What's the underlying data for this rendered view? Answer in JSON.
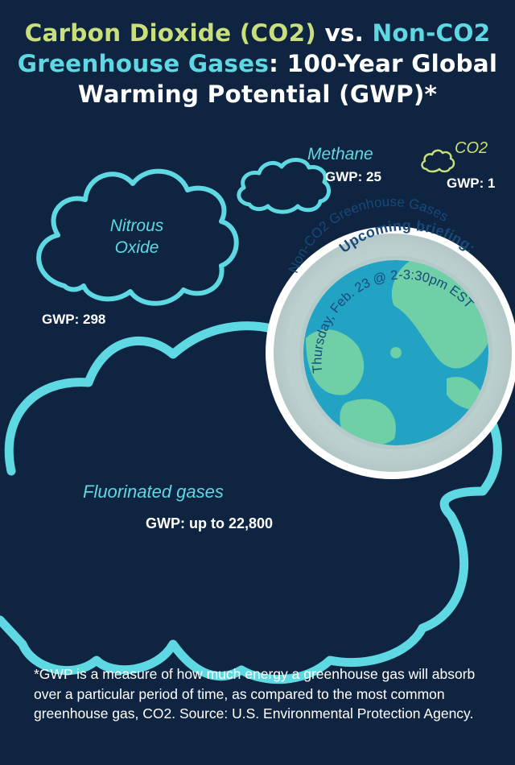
{
  "title": {
    "part1": "Carbon Dioxide (CO2)",
    "part2": " vs. ",
    "part3": "Non-CO2 Greenhouse Gases",
    "part4": ": 100-Year Global Warming Potential (GWP)*"
  },
  "gases": {
    "methane": {
      "name": "Methane",
      "gwp": "GWP: 25"
    },
    "co2": {
      "name": "CO2",
      "gwp": "GWP: 1"
    },
    "nitrous": {
      "name_line1": "Nitrous",
      "name_line2": "Oxide",
      "gwp": "GWP: 298"
    },
    "fluorinated": {
      "name": "Fluorinated gases",
      "gwp": "GWP: up to 22,800"
    }
  },
  "briefing": {
    "heading": "Upcoming briefing:",
    "topic": "Non-CO2 Greenhouse Gases",
    "when": "Thursday, Feb. 23 @ 2-3:30pm EST"
  },
  "footnote": "*GWP is a measure of how much energy a greenhouse gas will absorb over a particular period of time, as compared to the most common greenhouse gas, CO2. Source: U.S. Environmental Protection Agency.",
  "colors": {
    "background": "#0f2440",
    "cloud_outline": "#5ed9e3",
    "co2_outline": "#c8df7c",
    "globe_ocean": "#22a3c4",
    "globe_land": "#6fcfa6",
    "briefing_text": "#174a7a"
  }
}
